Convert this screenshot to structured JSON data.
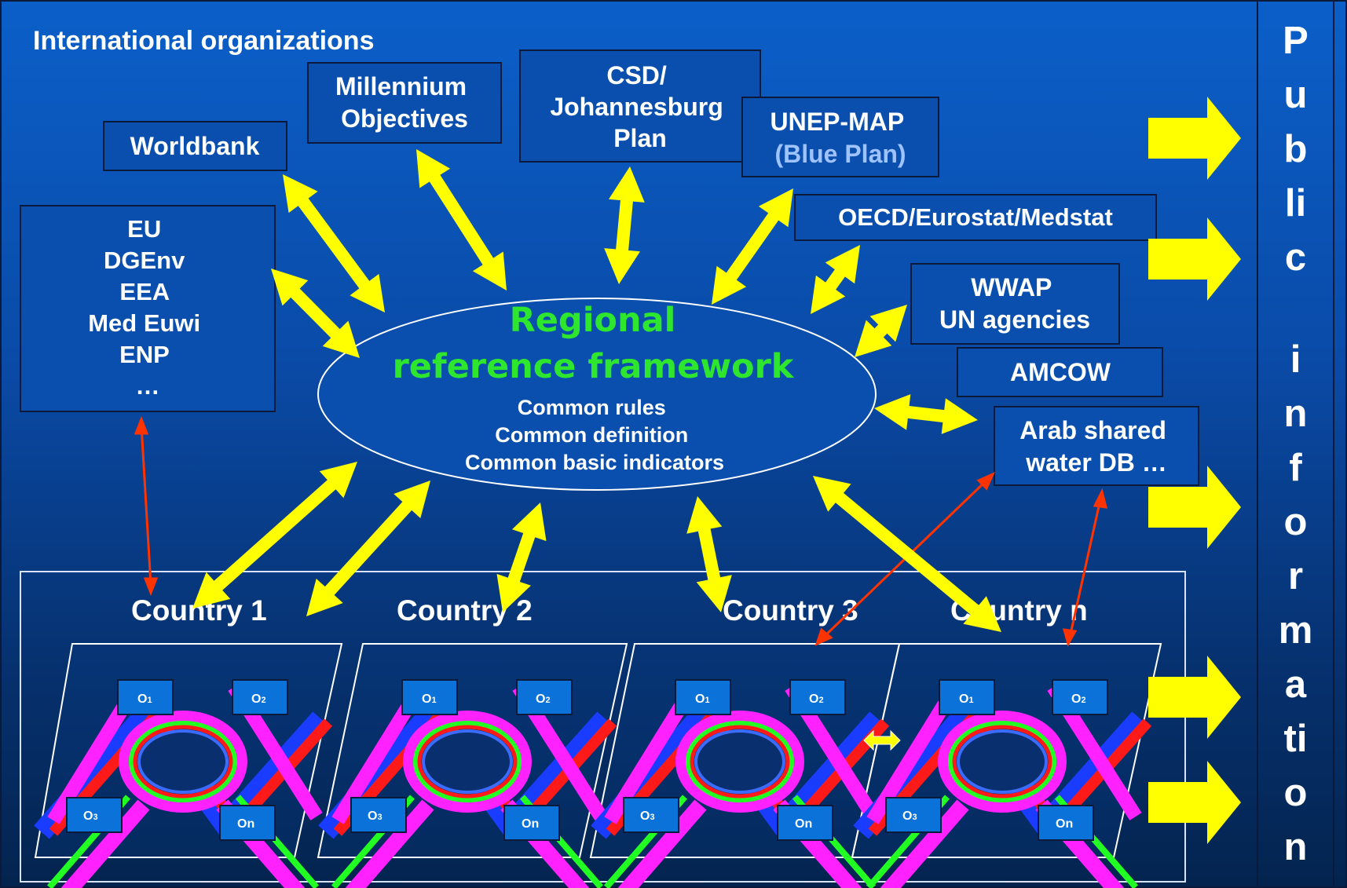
{
  "orgs_heading": "International organizations",
  "org_boxes": {
    "worldbank": "Worldbank",
    "millennium": [
      "Millennium",
      "Objectives"
    ],
    "csd": [
      "CSD/",
      "Johannesburg",
      "Plan"
    ],
    "unep": [
      "UNEP-MAP",
      "(Blue Plan)"
    ],
    "oecd": "OECD/Eurostat/Medstat",
    "wwap": [
      "WWAP",
      "UN agencies"
    ],
    "amcow": "AMCOW",
    "arab": [
      "Arab shared",
      "water DB …"
    ],
    "eu": [
      "EU",
      "DGEnv",
      "EEA",
      "Med Euwi",
      "ENP",
      "…"
    ]
  },
  "framework": {
    "title": [
      "Regional",
      "reference framework"
    ],
    "lines": [
      "Common rules",
      "Common definition",
      "Common basic indicators"
    ]
  },
  "countries": [
    "Country 1",
    "Country 2",
    "Country 3",
    "Country n"
  ],
  "observatories": {
    "o1": "O",
    "o2": "O",
    "o3": "O",
    "on": "On",
    "sub1": "1",
    "sub2": "2",
    "sub3": "3"
  },
  "public_info": [
    "P",
    "u",
    "b",
    "li",
    "c",
    "",
    "i",
    "n",
    "f",
    "o",
    "r",
    "m",
    "a",
    "ti",
    "o",
    "n"
  ],
  "colors": {
    "arrow": "#ffff00",
    "link": "#ff3300",
    "framework_title": "#2ee62e",
    "blue_plan": "#9fc3ff"
  }
}
